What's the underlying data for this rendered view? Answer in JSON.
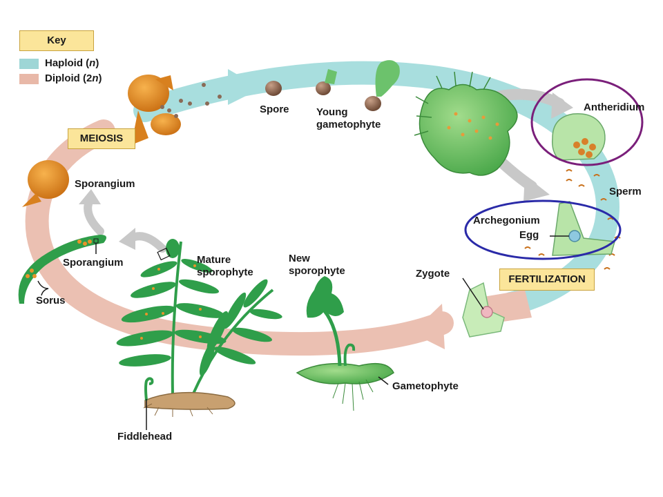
{
  "key": {
    "title": "Key",
    "haploid": {
      "label": "Haploid (",
      "italic": "n",
      "close": ")",
      "color": "#9ed6d6"
    },
    "diploid": {
      "label": "Diploid (2",
      "italic": "n",
      "close": ")",
      "color": "#e8b8a8"
    }
  },
  "stages": {
    "meiosis": "MEIOSIS",
    "fertilization": "FERTILIZATION"
  },
  "labels": {
    "spore": "Spore",
    "young_gametophyte_1": "Young",
    "young_gametophyte_2": "gametophyte",
    "antheridium": "Antheridium",
    "sperm": "Sperm",
    "archegonium": "Archegonium",
    "egg": "Egg",
    "zygote": "Zygote",
    "new_sporophyte_1": "New",
    "new_sporophyte_2": "sporophyte",
    "gametophyte": "Gametophyte",
    "mature_sporophyte_1": "Mature",
    "mature_sporophyte_2": "sporophyte",
    "fiddlehead": "Fiddlehead",
    "sorus": "Sorus",
    "sporangium_upper": "Sporangium",
    "sporangium_lower": "Sporangium"
  },
  "colors": {
    "haploid_band": "#a8dede",
    "diploid_band": "#ebc0b2",
    "fern_green": "#2f9e4a",
    "gametophyte_green": "#6cc26c",
    "sporangium_orange": "#e8932a",
    "antheridium_circle": "#7a1f7a",
    "archegonium_circle": "#2a2aa8"
  }
}
